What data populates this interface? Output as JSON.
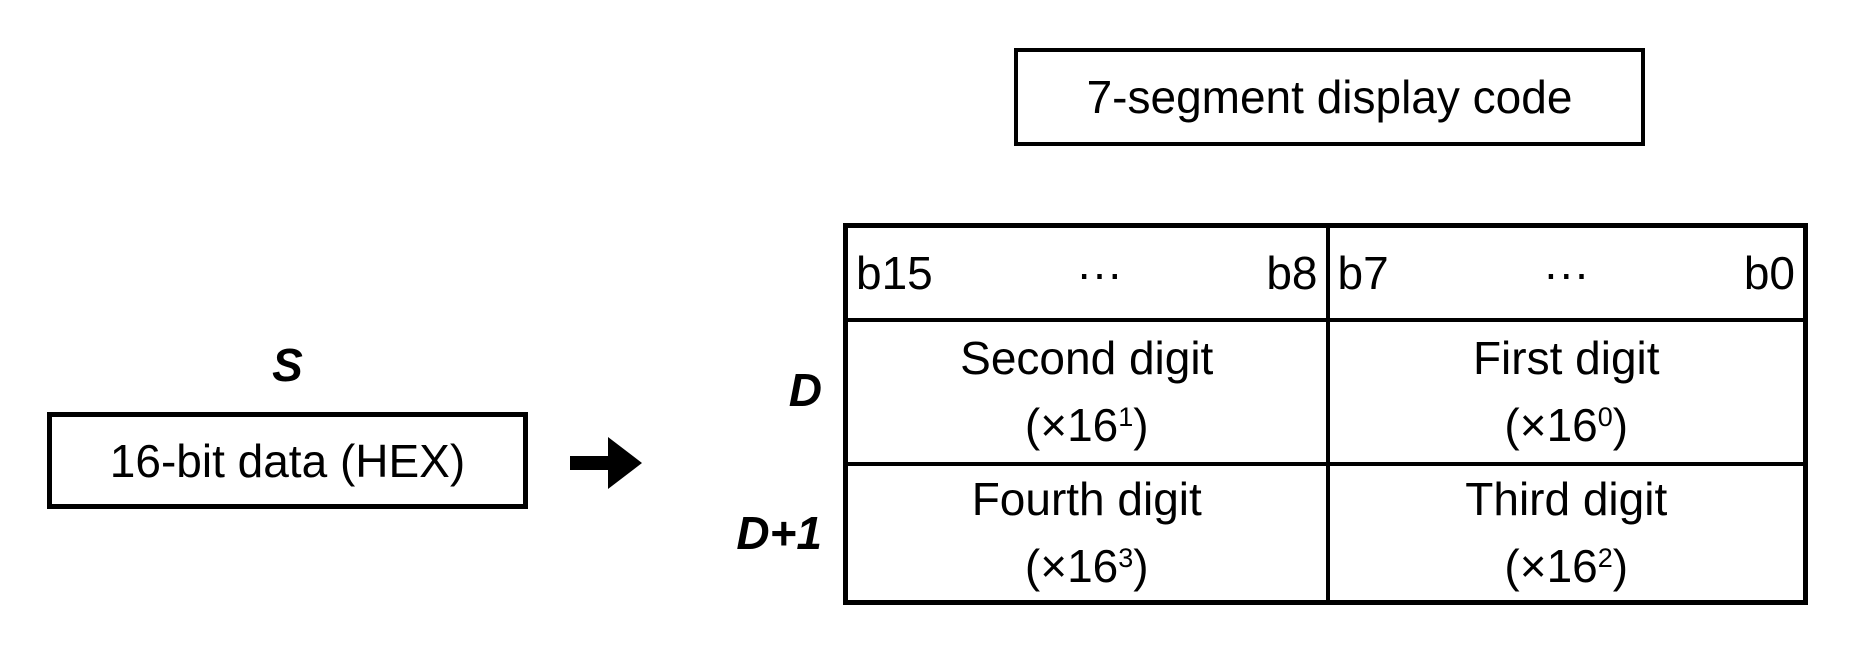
{
  "colors": {
    "ink": "#000000",
    "background": "#ffffff"
  },
  "title_box": {
    "label": "7-segment display code"
  },
  "source": {
    "var_label": "S",
    "box_label": "16-bit data (HEX)"
  },
  "arrow": {
    "icon": "right-arrow"
  },
  "table": {
    "header": {
      "left": {
        "start": "b15",
        "dots": "···",
        "end": "b8"
      },
      "right": {
        "start": "b7",
        "dots": "···",
        "end": "b0"
      }
    },
    "rows": [
      {
        "label": "D",
        "cells": [
          {
            "line1": "Second digit",
            "line2_base": "(×16",
            "line2_exp": "1",
            "line2_close": ")"
          },
          {
            "line1": "First digit",
            "line2_base": "(×16",
            "line2_exp": "0",
            "line2_close": ")"
          }
        ]
      },
      {
        "label": "D+1",
        "cells": [
          {
            "line1": "Fourth digit",
            "line2_base": "(×16",
            "line2_exp": "3",
            "line2_close": ")"
          },
          {
            "line1": "Third digit",
            "line2_base": "(×16",
            "line2_exp": "2",
            "line2_close": ")"
          }
        ]
      }
    ]
  }
}
